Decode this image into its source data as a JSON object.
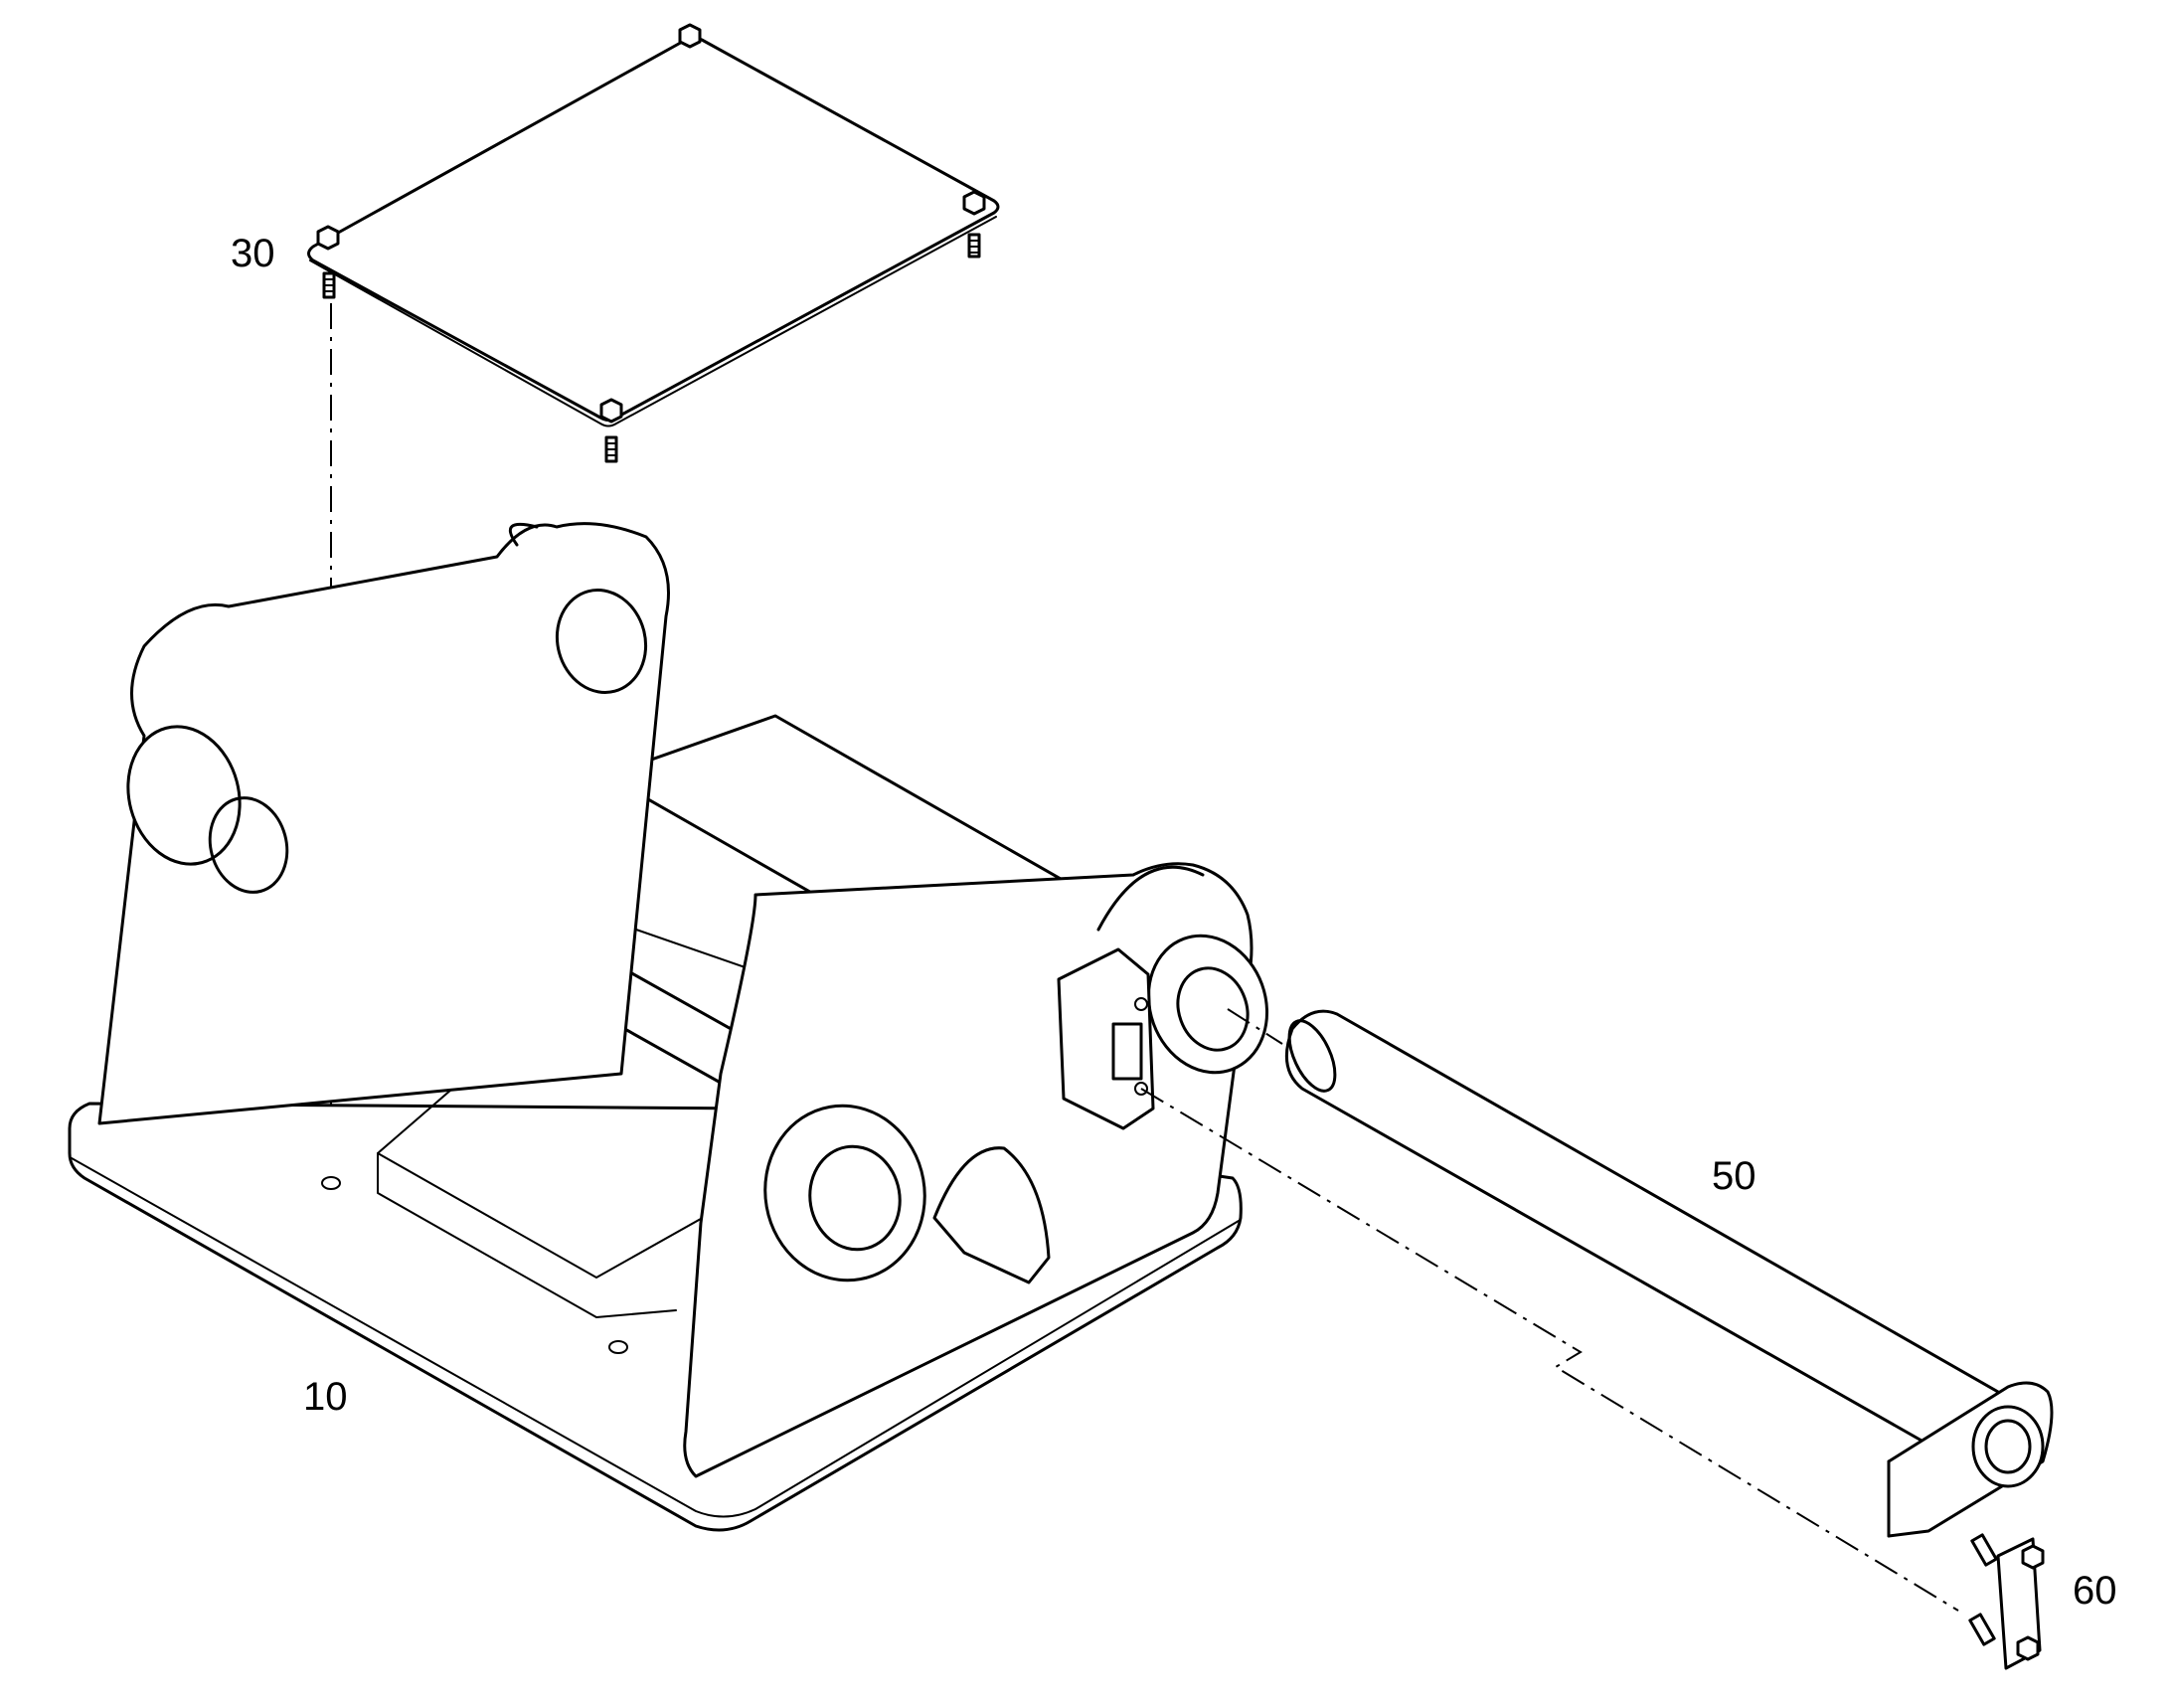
{
  "diagram": {
    "callouts": {
      "c10": "10",
      "c30": "30",
      "c50": "50",
      "c60": "60"
    },
    "ink_color": "#000000",
    "background_color": "#ffffff"
  }
}
